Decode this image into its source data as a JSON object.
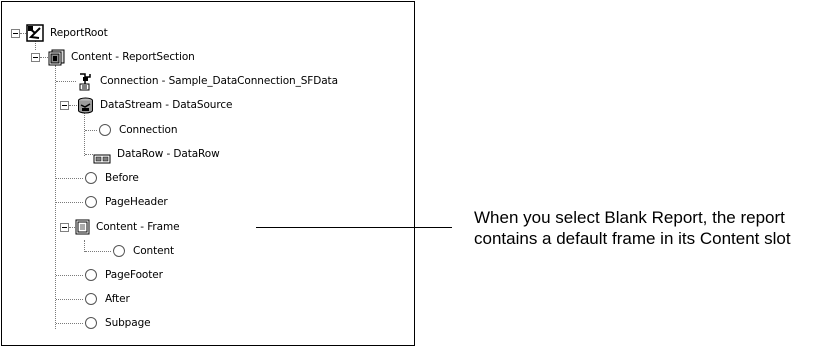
{
  "tree": {
    "nodes": [
      {
        "label": "ReportRoot",
        "icon": "report-root-icon"
      },
      {
        "label": "Content - ReportSection",
        "icon": "report-section-icon"
      },
      {
        "label": "Connection - Sample_DataConnection_SFData",
        "icon": "connection-icon"
      },
      {
        "label": "DataStream - DataSource",
        "icon": "datastream-icon"
      },
      {
        "label": "Connection",
        "icon": "empty-slot-icon"
      },
      {
        "label": "DataRow - DataRow",
        "icon": "datarow-icon"
      },
      {
        "label": "Before",
        "icon": "empty-slot-icon"
      },
      {
        "label": "PageHeader",
        "icon": "empty-slot-icon"
      },
      {
        "label": "Content - Frame",
        "icon": "frame-icon"
      },
      {
        "label": "Content",
        "icon": "empty-slot-icon"
      },
      {
        "label": "PageFooter",
        "icon": "empty-slot-icon"
      },
      {
        "label": "After",
        "icon": "empty-slot-icon"
      },
      {
        "label": "Subpage",
        "icon": "empty-slot-icon"
      }
    ]
  },
  "annotation": {
    "text": "When you select Blank Report, the report contains a default frame in its Content slot"
  }
}
